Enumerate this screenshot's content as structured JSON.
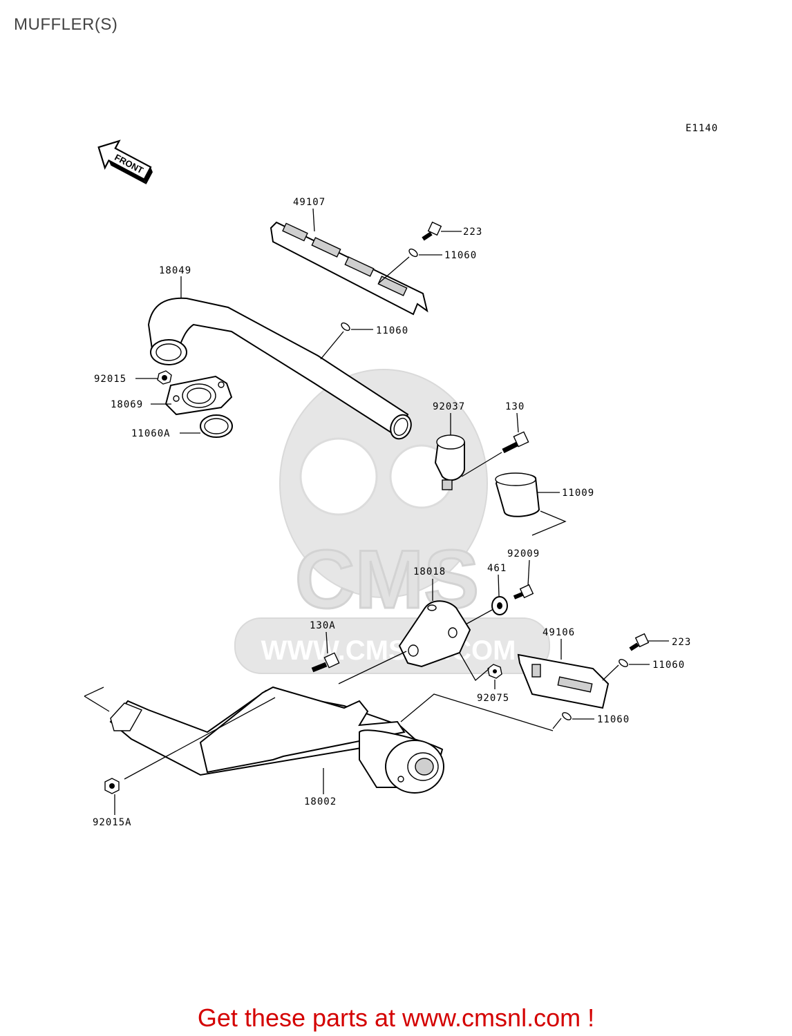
{
  "page": {
    "title": "MUFFLER(S)",
    "diagram_code": "E1140",
    "front_marker": "FRONT",
    "watermark_text": "WWW.CMSNL.COM",
    "watermark_logo_text": "CMS",
    "footer_link": "Get these parts at www.cmsnl.com !",
    "colors": {
      "footer": "#d40000",
      "ink": "#000000",
      "watermark": "#e6e6e6"
    }
  },
  "parts": [
    {
      "id": "p49107",
      "number": "49107"
    },
    {
      "id": "p223a",
      "number": "223"
    },
    {
      "id": "p11060a",
      "number": "11060"
    },
    {
      "id": "p18049",
      "number": "18049"
    },
    {
      "id": "p11060b",
      "number": "11060"
    },
    {
      "id": "p92015",
      "number": "92015"
    },
    {
      "id": "p18069",
      "number": "18069"
    },
    {
      "id": "p11060A",
      "number": "11060A"
    },
    {
      "id": "p92037",
      "number": "92037"
    },
    {
      "id": "p130",
      "number": "130"
    },
    {
      "id": "p11009",
      "number": "11009"
    },
    {
      "id": "p92009",
      "number": "92009"
    },
    {
      "id": "p461",
      "number": "461"
    },
    {
      "id": "p18018",
      "number": "18018"
    },
    {
      "id": "p130A",
      "number": "130A"
    },
    {
      "id": "p49106",
      "number": "49106"
    },
    {
      "id": "p223b",
      "number": "223"
    },
    {
      "id": "p11060c",
      "number": "11060"
    },
    {
      "id": "p92075",
      "number": "92075"
    },
    {
      "id": "p11060d",
      "number": "11060"
    },
    {
      "id": "p18002",
      "number": "18002"
    },
    {
      "id": "p92015A",
      "number": "92015A"
    }
  ]
}
